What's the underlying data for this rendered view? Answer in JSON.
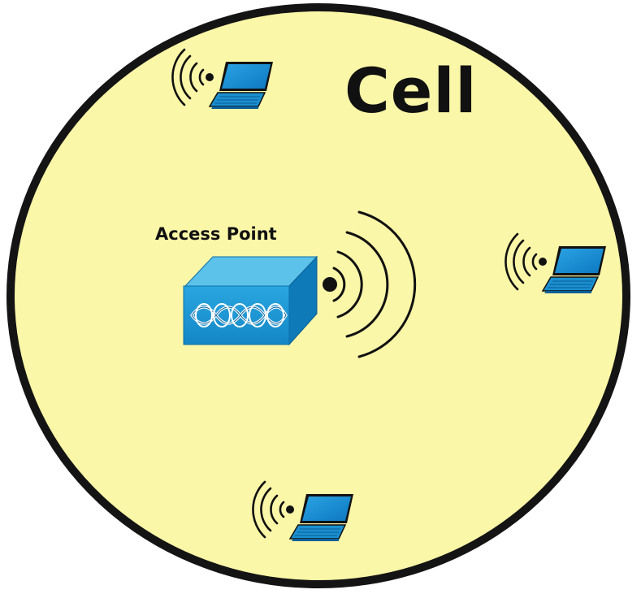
{
  "diagram": {
    "cell_label": "Cell",
    "access_point_label": "Access Point",
    "colors": {
      "cell_fill": "#fbf7a8",
      "cell_border": "#141414",
      "device_blue": "#1a8fd0",
      "device_dark_blue": "#0a5f99",
      "signal_stroke": "#111111"
    },
    "nodes": [
      {
        "id": "access-point",
        "kind": "access-point",
        "icon": "wireless-access-point-icon"
      },
      {
        "id": "laptop-top",
        "kind": "laptop",
        "icon": "wireless-laptop-icon"
      },
      {
        "id": "laptop-right",
        "kind": "laptop",
        "icon": "wireless-laptop-icon"
      },
      {
        "id": "laptop-bottom",
        "kind": "laptop",
        "icon": "wireless-laptop-icon"
      }
    ]
  }
}
